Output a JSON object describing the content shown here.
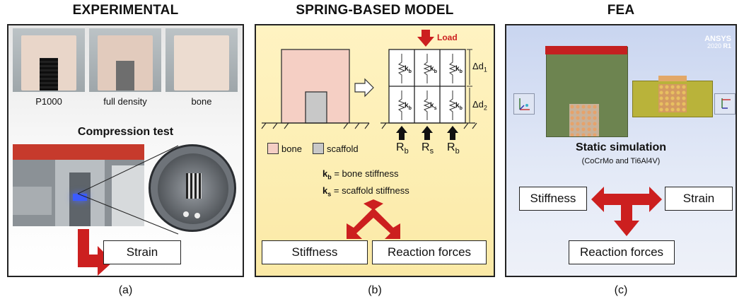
{
  "panels": {
    "a": {
      "heading": "EXPERIMENTAL",
      "caption": "(a)",
      "sample_labels": [
        "P1000",
        "full density",
        "bone"
      ],
      "test_title": "Compression test",
      "output_box": "Strain"
    },
    "b": {
      "heading": "SPRING-BASED MODEL",
      "caption": "(b)",
      "load_label": "Load",
      "spring_labels": {
        "kb": "k",
        "kb_sub": "b",
        "ks": "k",
        "ks_sub": "s"
      },
      "delta_labels": [
        {
          "main": "Δd",
          "sub": "1"
        },
        {
          "main": "Δd",
          "sub": "2"
        }
      ],
      "reaction_labels": [
        {
          "main": "R",
          "sub": "b"
        },
        {
          "main": "R",
          "sub": "s"
        },
        {
          "main": "R",
          "sub": "b"
        }
      ],
      "legend": [
        {
          "label": "bone",
          "color": "#f5cfc4"
        },
        {
          "label": "scaffold",
          "color": "#c8c8c8"
        }
      ],
      "definitions": [
        {
          "symbol": "k",
          "sub": "b",
          "text": " = bone stiffness"
        },
        {
          "symbol": "k",
          "sub": "s",
          "text": " = scaffold stiffness"
        }
      ],
      "output_boxes": [
        "Stiffness",
        "Reaction forces"
      ]
    },
    "c": {
      "heading": "FEA",
      "caption": "(c)",
      "logo_name": "ANSYS",
      "logo_version_prefix": "2020 ",
      "logo_version_suffix": "R1",
      "sim_title": "Static simulation",
      "sim_subtitle": "(CoCrMo and Ti6Al4V)",
      "output_boxes": [
        "Stiffness",
        "Strain",
        "Reaction forces"
      ]
    }
  },
  "colors": {
    "arrow_red": "#cc1f1f",
    "panel_b_top": "#fff3c2",
    "panel_b_bottom": "#fbe9a6",
    "panel_c_bg": "#c9d5f0"
  }
}
